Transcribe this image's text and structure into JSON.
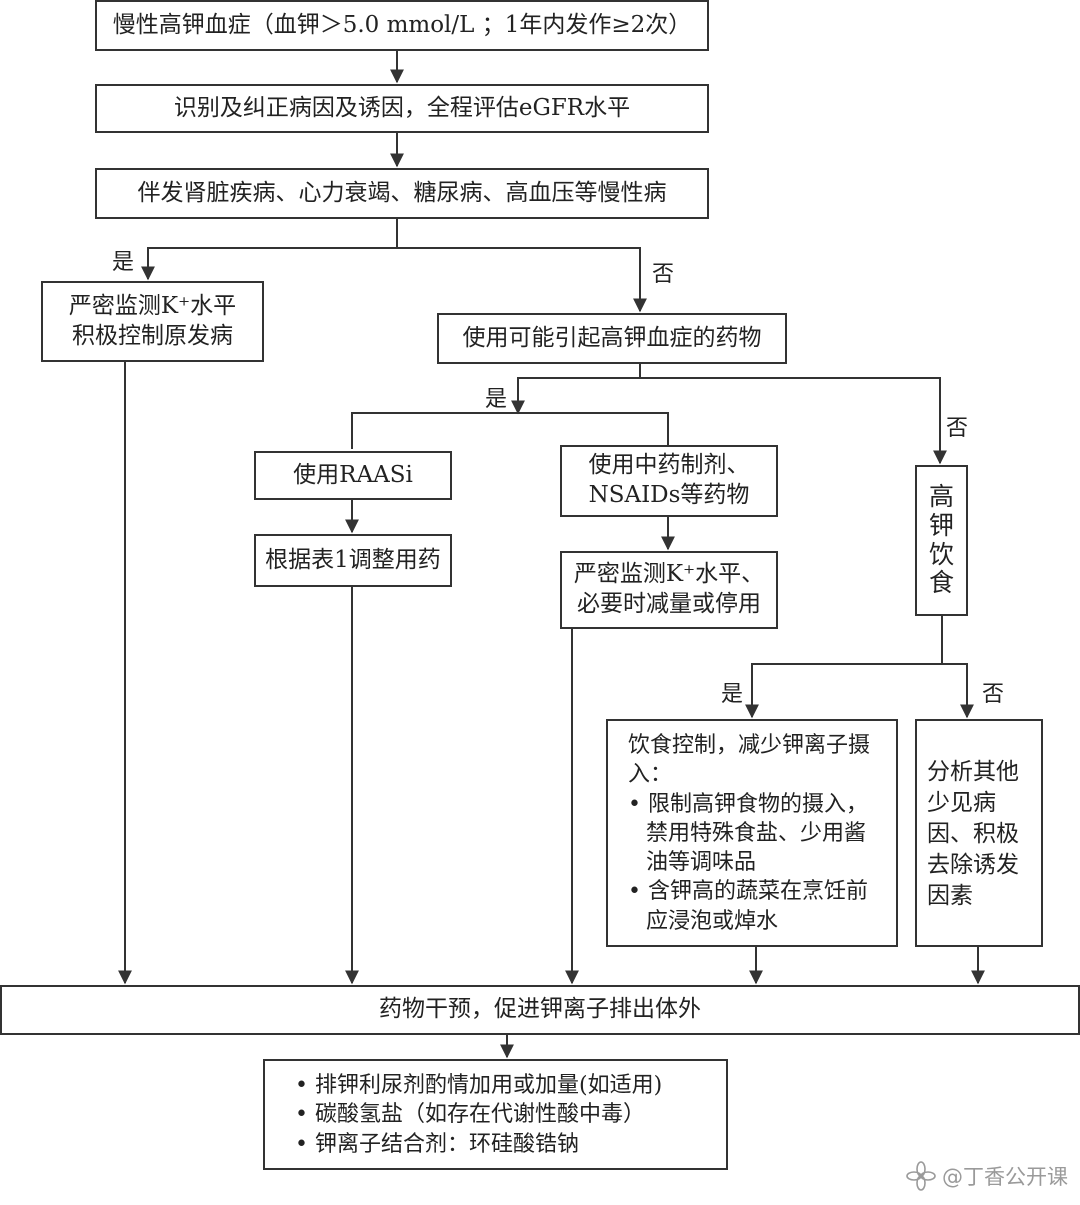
{
  "nodes": {
    "start": "慢性高钾血症（血钾＞5.0 mmol/L ；1年内发作≥2次）",
    "identify": "识别及纠正病因及诱因，全程评估eGFR水平",
    "comorbid": "伴发肾脏疾病、心力衰竭、糖尿病、高血压等慢性病",
    "monitor_primary": [
      "严密监测K⁺水平",
      "积极控制原发病"
    ],
    "drug_question": "使用可能引起高钾血症的药物",
    "raasi": "使用RAASi",
    "adjust": "根据表1调整用药",
    "tcm": [
      "使用中药制剂、",
      "NSAIDs等药物"
    ],
    "monitor_reduce": [
      "严密监测K⁺水平、",
      "必要时减量或停用"
    ],
    "high_k_diet": [
      "高",
      "钾",
      "饮",
      "食"
    ],
    "diet_control": {
      "title": "饮食控制，减少钾离子摄入：",
      "bullets": [
        "限制高钾食物的摄入，禁用特殊食盐、少用酱油等调味品",
        "含钾高的蔬菜在烹饪前应浸泡或焯水"
      ]
    },
    "analyze": "分析其他少见病因、积极去除诱发因素",
    "drug_intervention": "药物干预，促进钾离子排出体外",
    "final_list": [
      "排钾利尿剂酌情加用或加量(如适用)",
      "碳酸氢盐（如存在代谢性酸中毒）",
      "钾离子结合剂：环硅酸锆钠"
    ]
  },
  "labels": {
    "yes": "是",
    "no": "否"
  },
  "watermark": "@丁香公开课",
  "colors": {
    "line": "#333333",
    "text": "#222222",
    "watermark": "#9a9a9a"
  }
}
